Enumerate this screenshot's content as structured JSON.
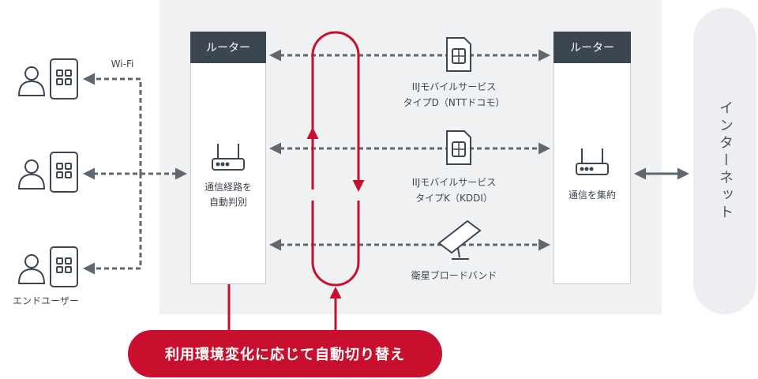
{
  "left_router": {
    "title": "ルーター",
    "label_line1": "通信経路を",
    "label_line2": "自動判別"
  },
  "right_router": {
    "title": "ルーター",
    "label": "通信を集約"
  },
  "internet": "インターネット",
  "wifi": "Wi-Fi",
  "end_users": "エンドユーザー",
  "lines": [
    {
      "line1": "IIJモバイルサービス",
      "line2": "タイプD（NTTドコモ）"
    },
    {
      "line1": "IIJモバイルサービス",
      "line2": "タイプK（KDDI）"
    },
    {
      "line1": "衛星ブロードバンド"
    }
  ],
  "switch_label": "利用環境変化に応じて自動切り替え",
  "colors": {
    "accent": "#c8102e",
    "dark": "#3c4650",
    "arrow": "#5f6770"
  }
}
